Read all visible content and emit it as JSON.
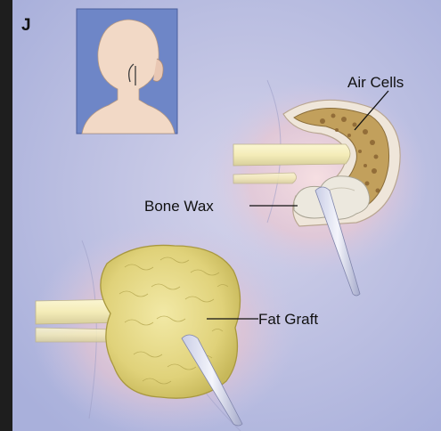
{
  "panel_letter": "J",
  "labels": {
    "air_cells": "Air Cells",
    "bone_wax": "Bone Wax",
    "fat_graft": "Fat Graft"
  },
  "colors": {
    "background": "#b9bcdf",
    "inset_background": "#6f86c6",
    "fat": "#e6dc8a",
    "air_cell_cavity": "#c3a25e",
    "bone_wax": "#ece8dd",
    "tissue_glow": "#f1cfd6"
  }
}
